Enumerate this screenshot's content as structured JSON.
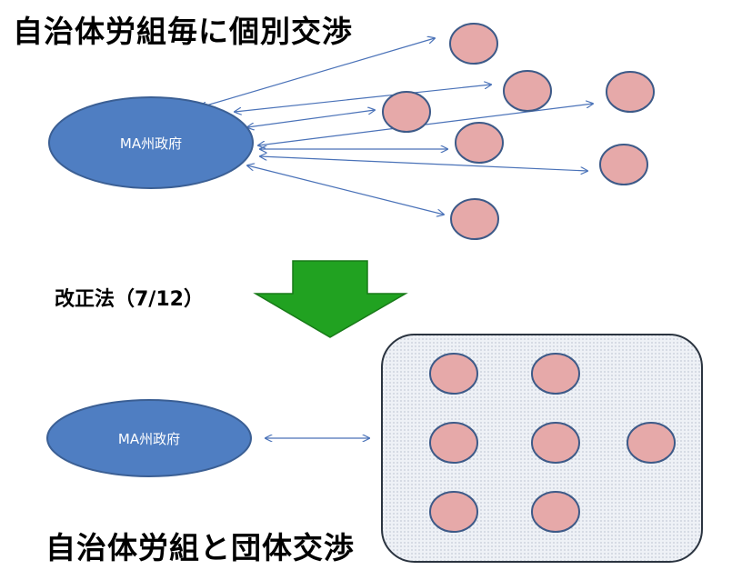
{
  "top_section": {
    "title": "自治体労組毎に個別交渉",
    "government_label": "MA州政府"
  },
  "transition": {
    "law_label": "改正法（7/12）"
  },
  "bottom_section": {
    "title": "自治体労組と団体交渉",
    "government_label": "MA州政府"
  },
  "colors": {
    "government_fill": "#4f7ec2",
    "government_stroke": "#3b5f94",
    "union_fill": "#e6a9a9",
    "union_stroke": "#3d5a88",
    "arrow_stroke": "#4a72b8",
    "big_arrow_fill": "#21a221",
    "big_arrow_stroke": "#187a18",
    "group_box_fill": "#e9edf3",
    "group_box_stroke": "#2b3440"
  }
}
